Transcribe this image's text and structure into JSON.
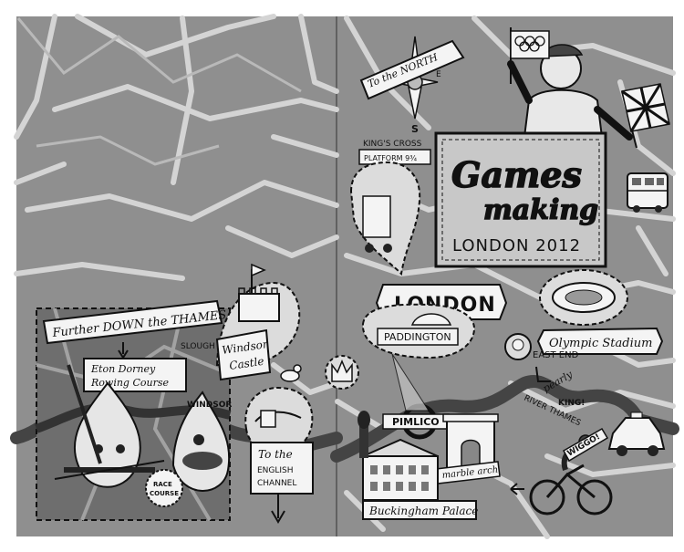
{
  "colors": {
    "map_bg": "#8f8f8f",
    "road": "#d4d4d4",
    "river": "#444444",
    "ink": "#111111",
    "panel": "#6e6e6e",
    "board": "#c8c8c8",
    "banner": "#f4f4f4"
  },
  "title_board": {
    "line1": "Games",
    "line2": "making",
    "subtitle": "LONDON 2012"
  },
  "compass": {
    "banner": "To the NORTH",
    "east": "E",
    "south": "S"
  },
  "labels": {
    "kings_cross_1": "KING'S CROSS",
    "kings_cross_2": "PLATFORM 9¾",
    "london": "LONDON",
    "paddington": "PADDINGTON",
    "olympic_stadium": "Olympic Stadium",
    "east_end": "EAST END",
    "pearly_king_1": "pearly",
    "pearly_king_2": "KING!",
    "river_thames": "RIVER THAMES",
    "wiggo": "WIGGO!",
    "pimlico": "PIMLICO",
    "marble_arch": "marble arch",
    "buckingham_palace": "Buckingham Palace",
    "further_down": "Further DOWN the THAMES",
    "slough": "SLOUGH",
    "eton_1": "Eton Dorney",
    "eton_2": "Rowing Course",
    "windsor_castle_1": "Windsor",
    "windsor_castle_2": "Castle",
    "windsor": "WINDSOR",
    "channel_1": "To the",
    "channel_2": "ENGLISH",
    "channel_3": "CHANNEL",
    "race_course_1": "RACE",
    "race_course_2": "COURSE"
  },
  "icons": [
    "compass-rose-icon",
    "olympic-rings-flag-icon",
    "union-jack-flag-icon",
    "double-decker-bus-icon",
    "taxi-icon",
    "cyclist-icon",
    "crown-icon",
    "seagull-icon",
    "underground-roundel-icon",
    "rowers-icon",
    "horse-rider-icon"
  ]
}
